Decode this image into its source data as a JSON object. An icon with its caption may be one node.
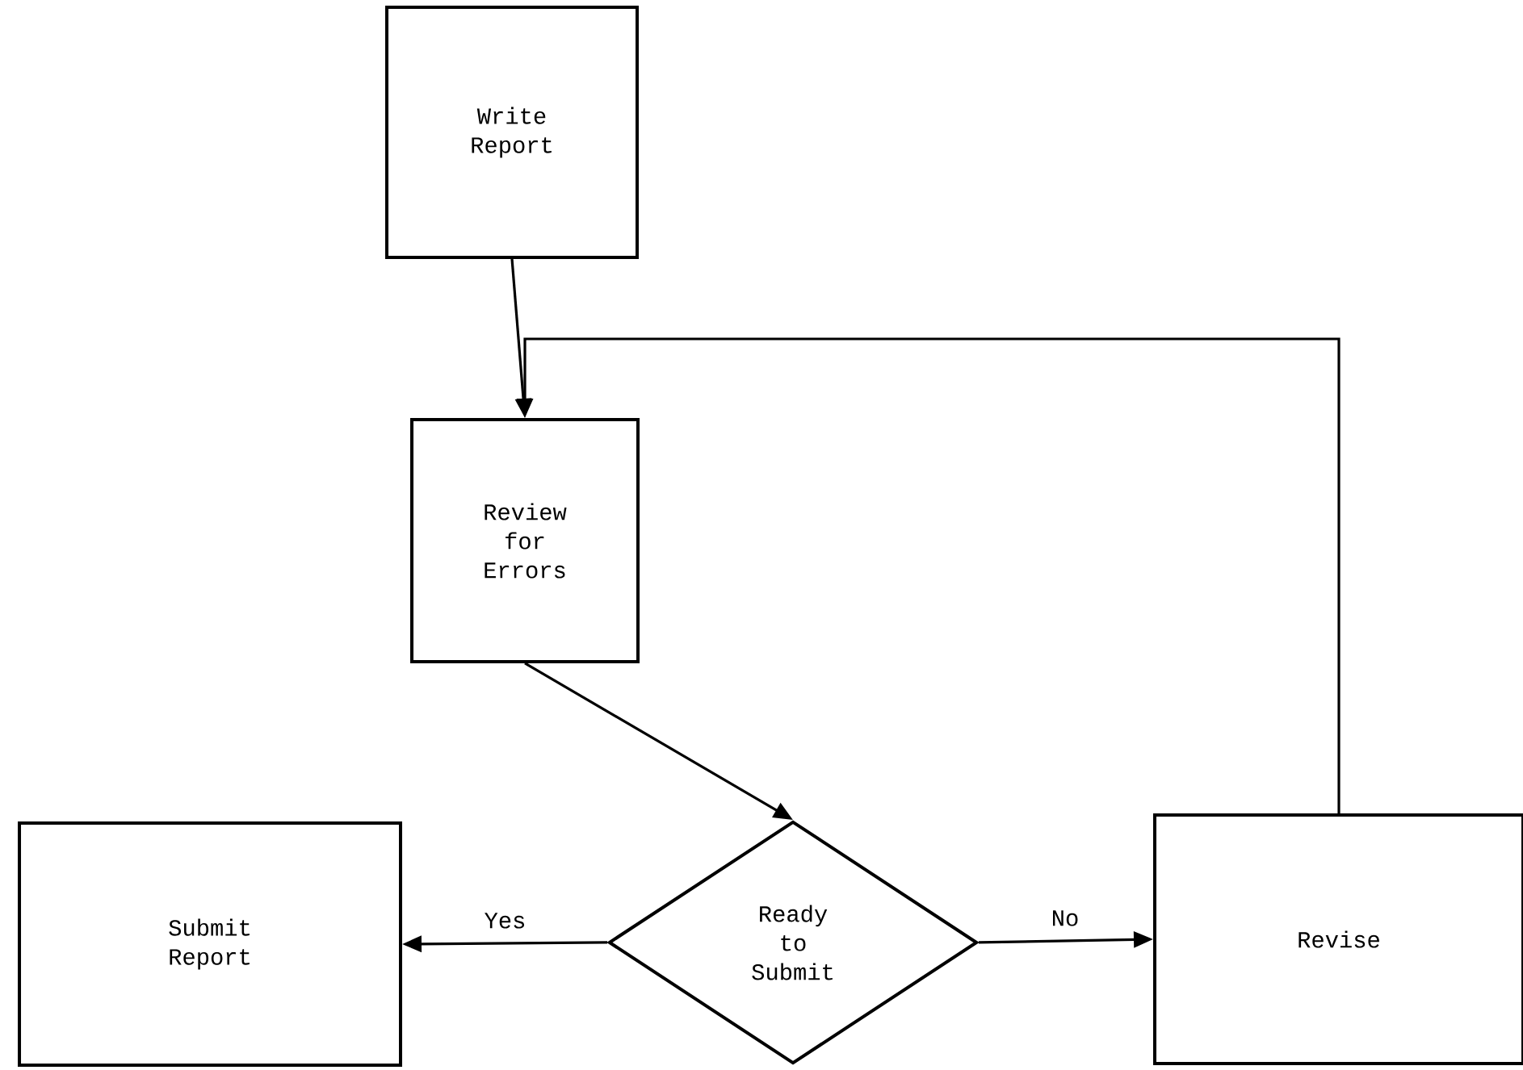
{
  "diagram": {
    "nodes": [
      {
        "text": [
          "Write Report"
        ]
      },
      {
        "text": [
          "Review for Errors"
        ]
      },
      {
        "text": [
          "Ready to Submit"
        ]
      },
      {
        "text": [
          "Submit Report"
        ]
      },
      {
        "text": [
          "Revise"
        ]
      }
    ],
    "edges": [
      {
        "from": 0,
        "to": 1,
        "arrow": "to"
      },
      {
        "from": 1,
        "to": 2,
        "arrow": "to"
      },
      {
        "from": 2,
        "to": 3,
        "arrow": "to",
        "label": "Yes"
      },
      {
        "from": 2,
        "to": 4,
        "arrow": "to",
        "label": "No"
      },
      {
        "from": 4,
        "to": 1,
        "arrow": "to"
      }
    ]
  }
}
